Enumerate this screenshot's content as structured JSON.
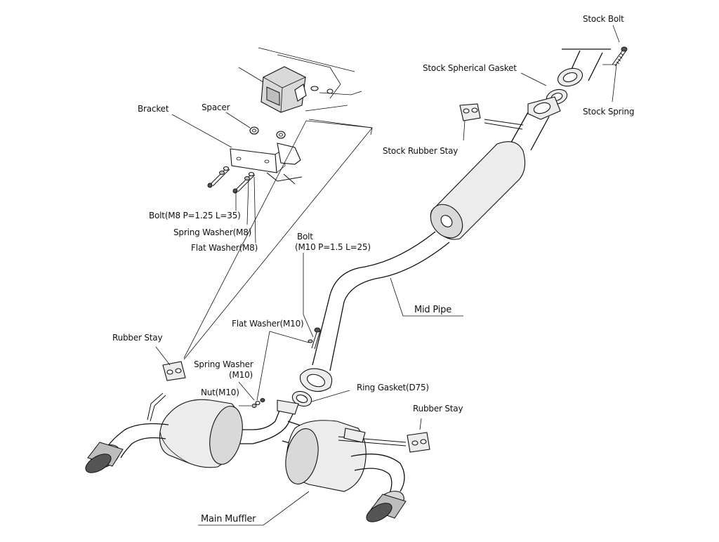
{
  "labels": {
    "stock_bolt": "Stock Bolt",
    "stock_spherical_gasket": "Stock Spherical Gasket",
    "stock_spring": "Stock Spring",
    "stock_rubber_stay": "Stock Rubber Stay",
    "bracket": "Bracket",
    "spacer": "Spacer",
    "bolt_m8": "Bolt(M8 P=1.25 L=35)",
    "spring_washer_m8": "Spring Washer(M8)",
    "flat_washer_m8": "Flat Washer(M8)",
    "bolt_m10_title": "Bolt",
    "bolt_m10_spec": "(M10 P=1.5 L=25)",
    "mid_pipe": "Mid Pipe",
    "flat_washer_m10": "Flat Washer(M10)",
    "rubber_stay_left": "Rubber Stay",
    "spring_washer_m10_title": "Spring Washer",
    "spring_washer_m10_spec": "(M10)",
    "nut_m10": "Nut(M10)",
    "ring_gasket": "Ring Gasket(D75)",
    "rubber_stay_right": "Rubber Stay",
    "main_muffler": "Main Muffler"
  }
}
